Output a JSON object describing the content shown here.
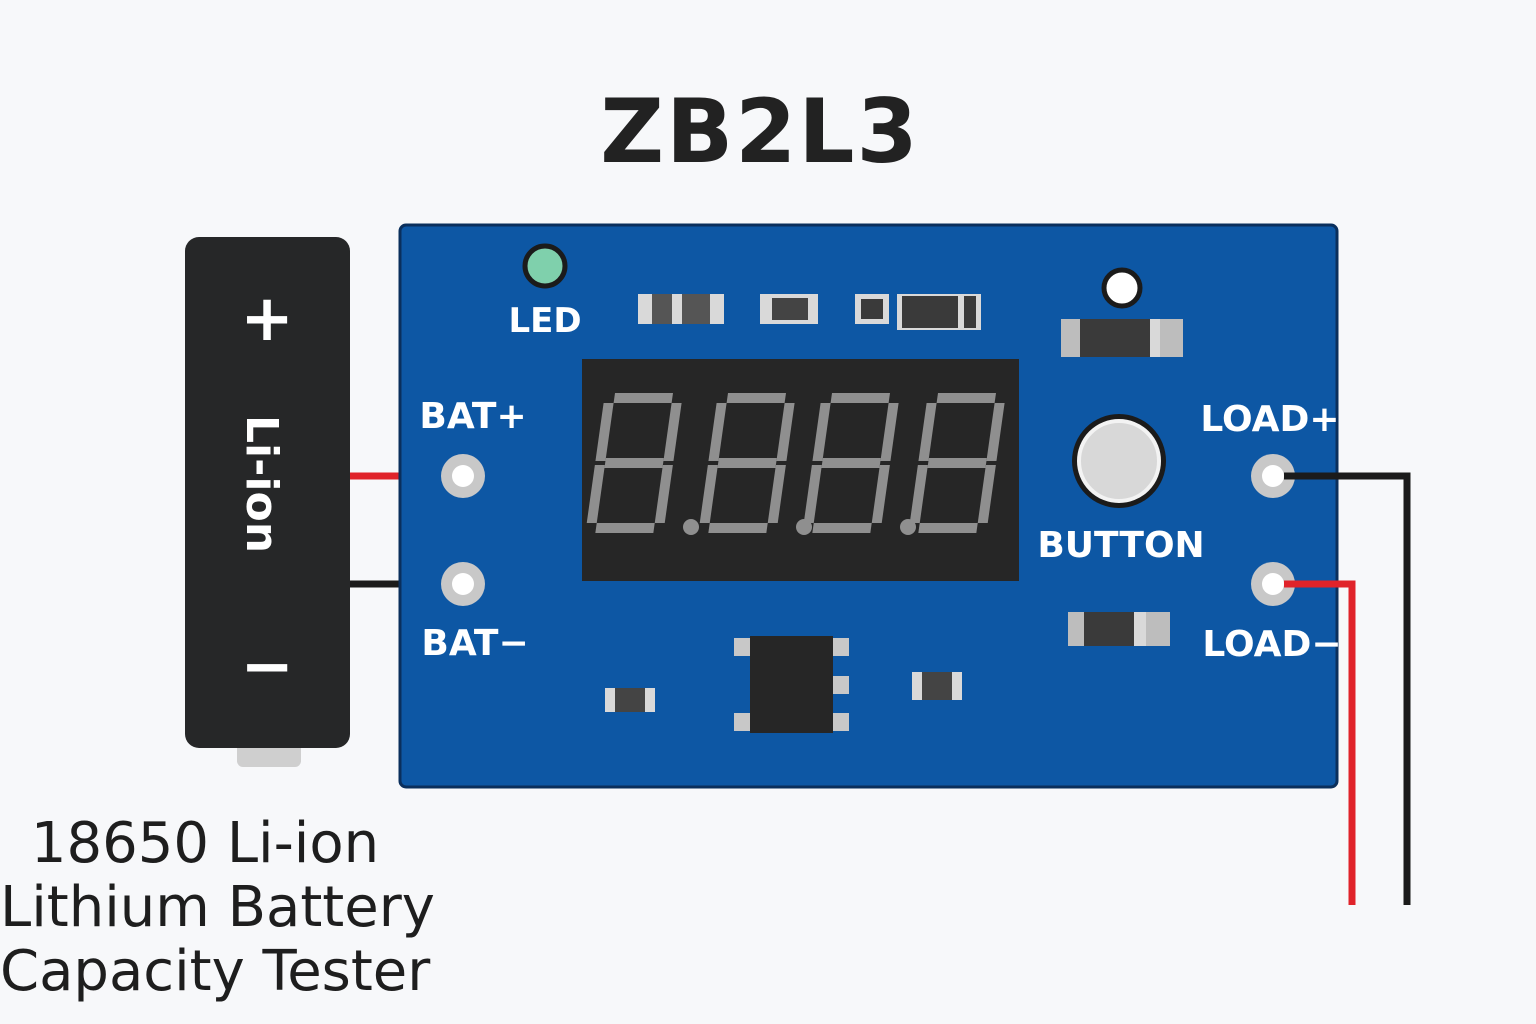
{
  "title": "ZB2L3",
  "battery": {
    "plus_symbol": "+",
    "minus_symbol": "−",
    "label": "Li-ion"
  },
  "board": {
    "led_label": "LED",
    "bat_plus_label": "BAT+",
    "bat_minus_label": "BAT−",
    "load_plus_label": "LOAD+",
    "load_minus_label": "LOAD−",
    "button_label": "BUTTON",
    "display_text": "8.8.8.8"
  },
  "caption": {
    "line1": "18650 Li-ion",
    "line2": "Lithium Battery",
    "line3": "Capacity Tester"
  },
  "colors": {
    "board": "#0d57a4",
    "battery": "#262728",
    "wire_red": "#e0232a",
    "wire_black": "#1b1b1b",
    "led": "#7fd0ac",
    "segment": "#8f8f8f",
    "display_bg": "#262626"
  }
}
